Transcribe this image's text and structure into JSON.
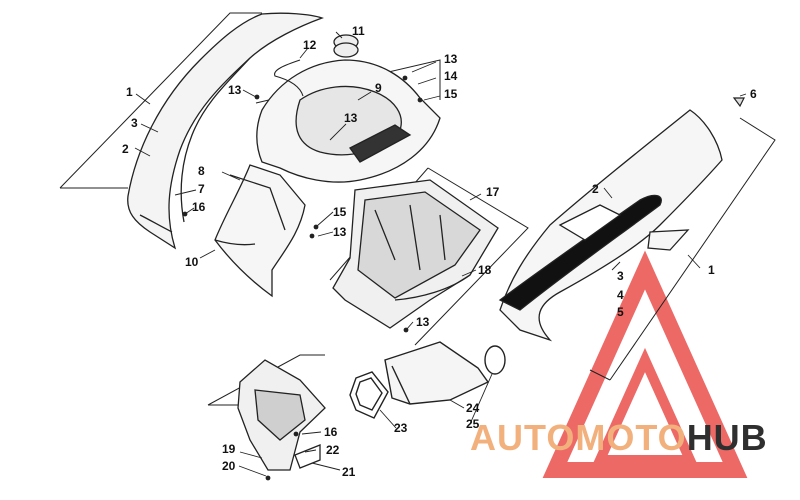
{
  "diagram": {
    "labels": {
      "l1a": "1",
      "l1b": "1",
      "l2a": "2",
      "l2b": "2",
      "l3a": "3",
      "l3b": "3",
      "l4": "4",
      "l5": "5",
      "l6": "6",
      "l7": "7",
      "l8": "8",
      "l9": "9",
      "l10": "10",
      "l11": "11",
      "l12": "12",
      "l13a": "13",
      "l13b": "13",
      "l13c": "13",
      "l13d": "13",
      "l13e": "13",
      "l14": "14",
      "l15a": "15",
      "l15b": "15",
      "l16a": "16",
      "l16b": "16",
      "l17": "17",
      "l18": "18",
      "l19": "19",
      "l20": "20",
      "l21": "21",
      "l22": "22",
      "l23": "23",
      "l24": "24",
      "l25": "25"
    }
  },
  "watermark": {
    "auto": "AUTO",
    "moto": "MOTO",
    "hub": "HUB",
    "accent_color": "#e8403c",
    "text_color": "#f2b07c",
    "dark_color": "#2f2f2f"
  }
}
